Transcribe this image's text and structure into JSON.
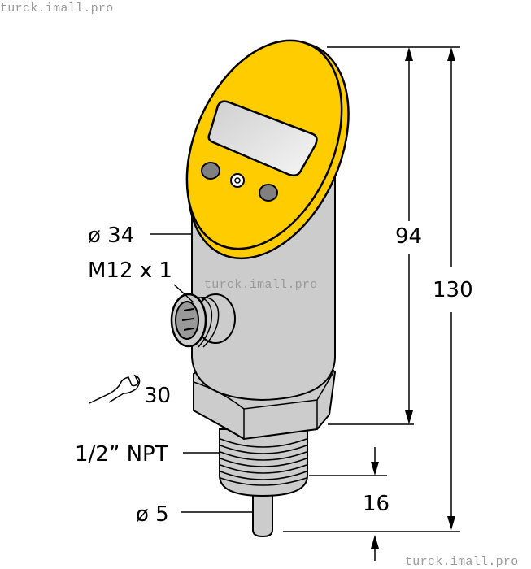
{
  "watermarks": {
    "top_left": "turck.imall.pro",
    "center": "turck.imall.pro",
    "bottom_right": "turck.imall.pro"
  },
  "diagram": {
    "subject": "Temperature sensor with display head, M12 connector, hex nut, NPT thread and probe",
    "colors": {
      "head": "#FFCC00",
      "body": "#CCCCCC",
      "display": "#E6E6E6",
      "button": "#808080",
      "outline": "#000000"
    }
  },
  "labels": {
    "diameter_body": "ø 34",
    "connector": "M12 x 1",
    "wrench_size": "30",
    "thread": "1/2” NPT",
    "diameter_probe": "ø 5"
  },
  "dimensions": {
    "body_height": "94",
    "total_height": "130",
    "probe_length": "16"
  },
  "icons": {
    "wrench": "wrench-icon"
  }
}
